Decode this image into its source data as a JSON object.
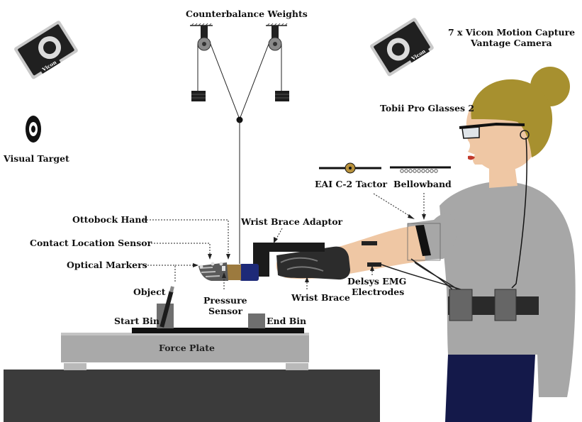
{
  "labels": {
    "counterbalance": "Counterbalance Weights",
    "vicon_line1": "7 x Vicon Motion Capture",
    "vicon_line2": "Vantage Camera",
    "tobii": "Tobii Pro Glasses 2",
    "visual_target": "Visual Target",
    "tactor": "EAI C-2 Tactor",
    "bellowband": "Bellowband",
    "ottobock": "Ottobock Hand",
    "contact_sensor": "Contact Location Sensor",
    "optical_markers": "Optical Markers",
    "wrist_brace_adaptor": "Wrist Brace Adaptor",
    "pressure_line1": "Pressure",
    "pressure_line2": "Sensor",
    "wrist_brace": "Wrist Brace",
    "delsys_line1": "Delsys EMG",
    "delsys_line2": "Electrodes",
    "object": "Object",
    "start_bin": "Start Bin",
    "end_bin": "End Bin",
    "force_plate": "Force Plate",
    "camera_brand": "Vicon"
  },
  "colors": {
    "table": "#3b3b3b",
    "plate": "#a9a9a9",
    "shirt": "#a7a7a7",
    "skin": "#efc7a4",
    "hair": "#a7902f",
    "pants": "#14194a",
    "brace": "#2c2c2c"
  }
}
